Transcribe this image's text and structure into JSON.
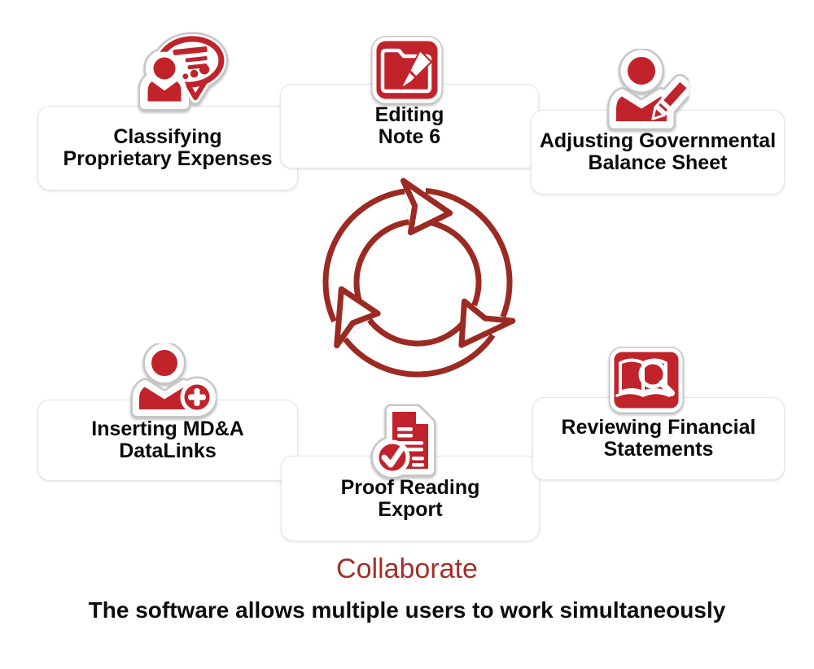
{
  "diagram": {
    "nodes": [
      {
        "id": "classifying",
        "line1": "Classifying",
        "line2": "Proprietary Expenses",
        "icon": "person-chat-icon"
      },
      {
        "id": "editing",
        "line1": "Editing",
        "line2": "Note 6",
        "icon": "folder-pen-icon"
      },
      {
        "id": "adjusting",
        "line1": "Adjusting Governmental",
        "line2": "Balance Sheet",
        "icon": "person-pencil-icon"
      },
      {
        "id": "inserting",
        "line1": "Inserting MD&A",
        "line2": "DataLinks",
        "icon": "person-add-icon"
      },
      {
        "id": "proofreading",
        "line1": "Proof Reading",
        "line2": "Export",
        "icon": "document-check-icon"
      },
      {
        "id": "reviewing",
        "line1": "Reviewing Financial",
        "line2": "Statements",
        "icon": "book-magnifier-icon"
      }
    ],
    "center_icon": "cycle-arrows-icon"
  },
  "footer": {
    "title": "Collaborate",
    "caption": "The software allows multiple users to work simultaneously"
  },
  "colors": {
    "icon_red": "#c1232b",
    "cycle_red": "#9b2a22",
    "title_red": "#a2302a",
    "label_black": "#0a0a0a",
    "sticker_border": "#c6c6c6"
  }
}
